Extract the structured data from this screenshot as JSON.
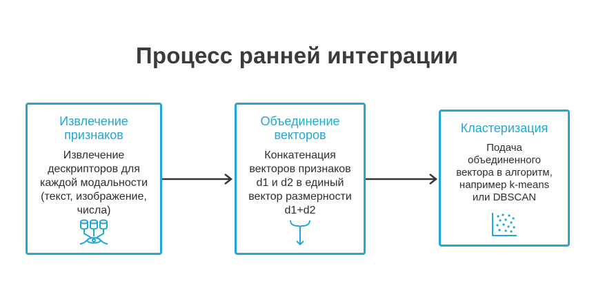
{
  "title": "Процесс ранней интеграции",
  "steps": [
    {
      "title_lines": [
        "Извлечение",
        "признаков"
      ],
      "desc_lines": [
        "Извлечение",
        "дескрипторов для",
        "каждой модальности",
        "(текст, изображение,",
        "числа)"
      ],
      "icon": "databases-merge-icon"
    },
    {
      "title_lines": [
        "Объединение",
        "векторов"
      ],
      "desc_lines": [
        "Конкатенация",
        "векторов признаков",
        "d1 и d2 в единый",
        "вектор размерности",
        "d1+d2"
      ],
      "icon": "merge-arrow-icon"
    },
    {
      "title_lines": [
        "Кластеризация"
      ],
      "desc_lines": [
        "Подача",
        "объединенного",
        "вектора в алгоритм,",
        "например k-means",
        "или DBSCAN"
      ],
      "icon": "scatter-plot-icon"
    }
  ],
  "colors": {
    "accent": "#22a7d5",
    "title": "#3b3b3b",
    "text": "#2e2e2e",
    "arrow": "#333333"
  }
}
